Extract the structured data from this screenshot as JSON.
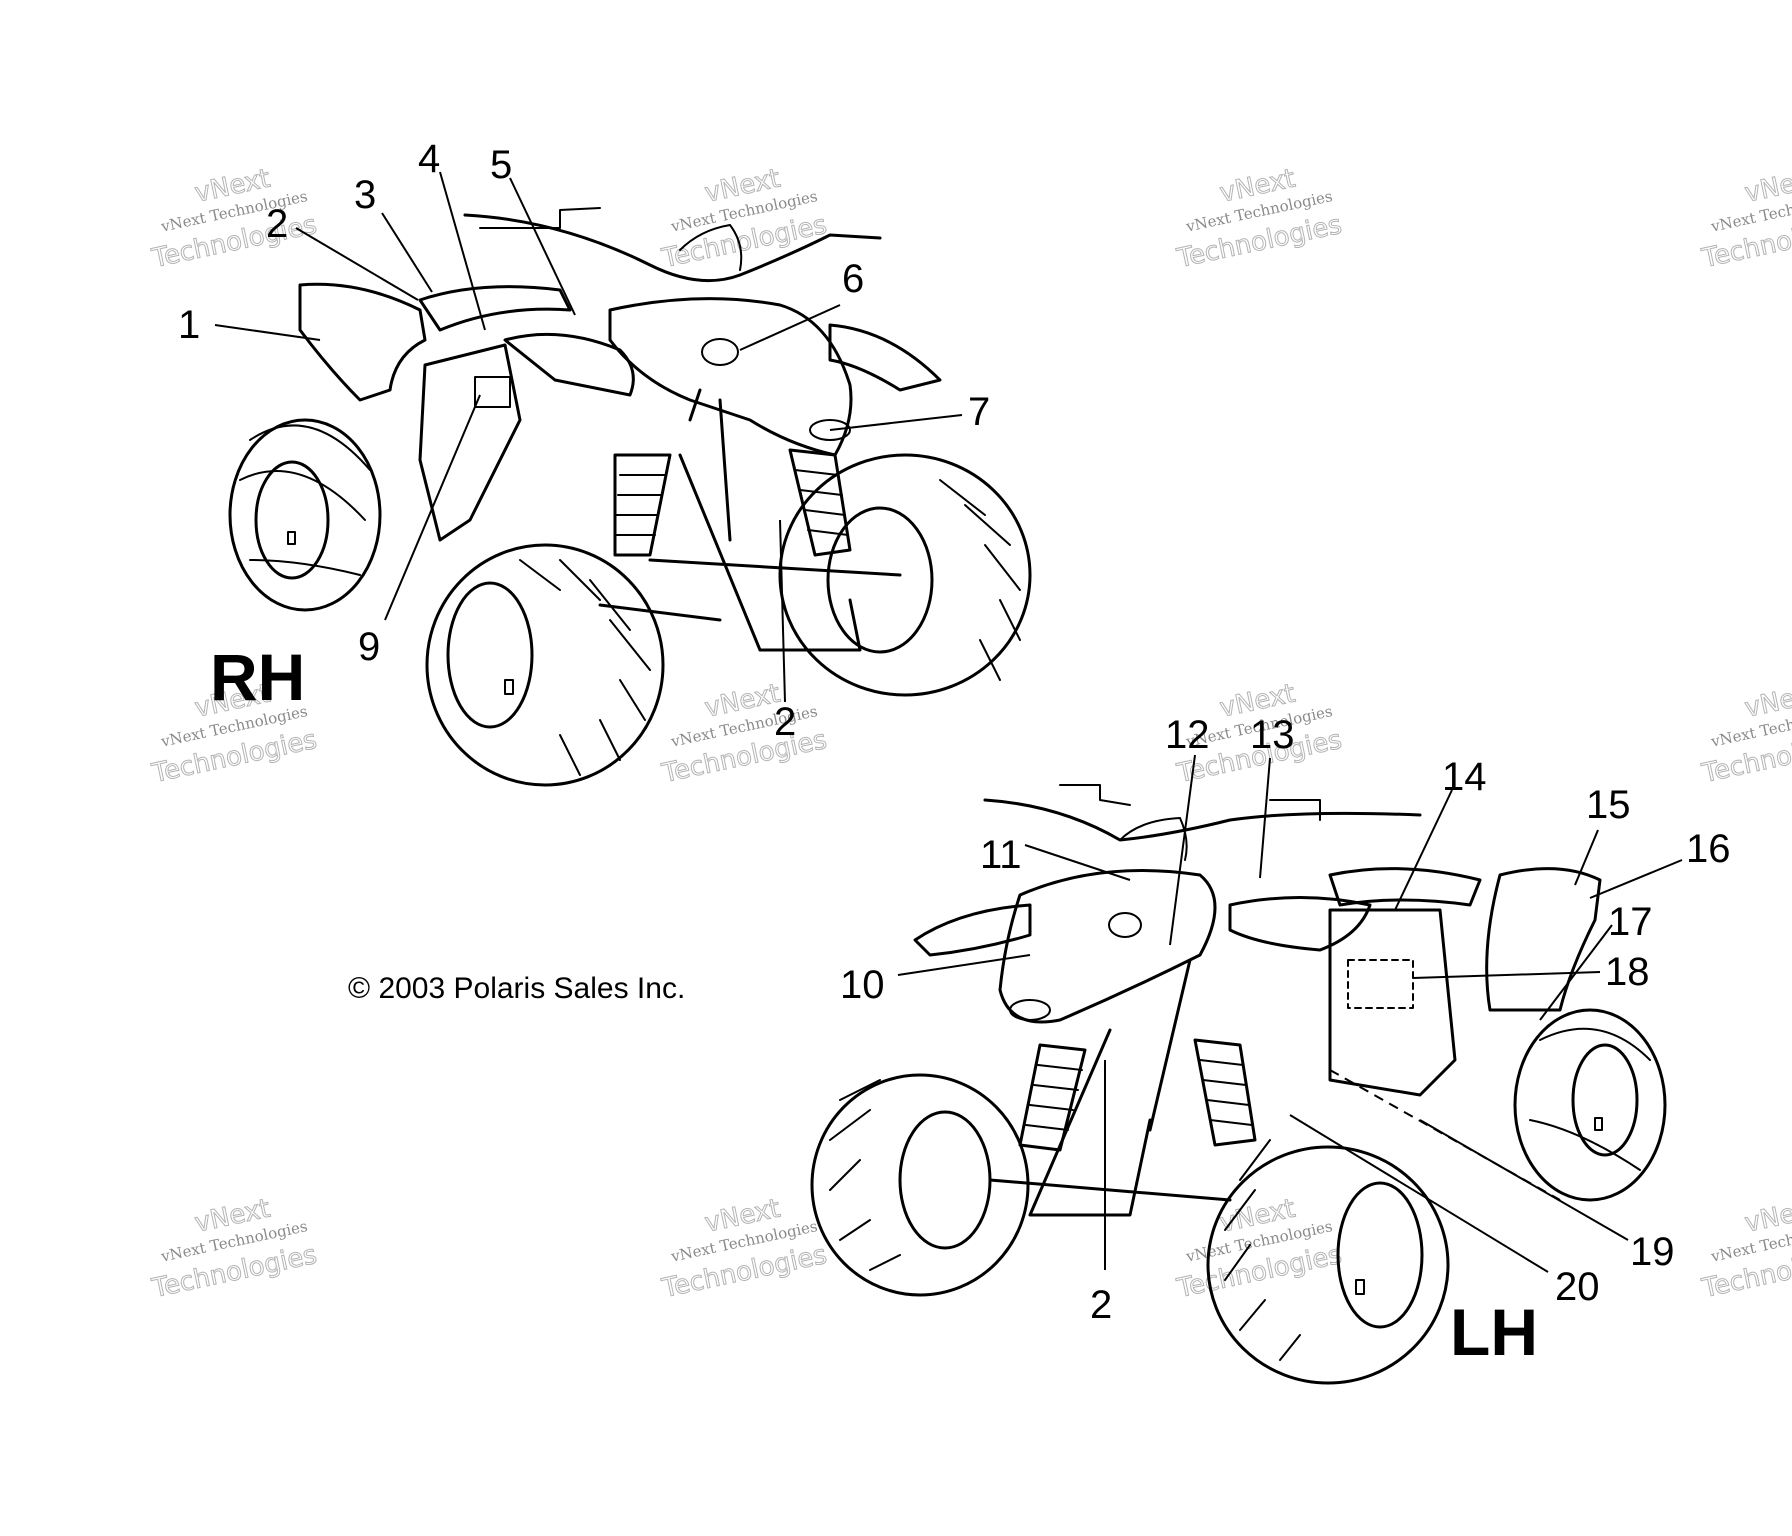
{
  "views": {
    "rh": {
      "label": "RH"
    },
    "lh": {
      "label": "LH"
    }
  },
  "copyright": "© 2003 Polaris Sales Inc.",
  "watermark": {
    "line1": "vNext Technologies",
    "line2": "Technologies",
    "line3": "vNext"
  },
  "callouts": [
    "1",
    "2",
    "3",
    "4",
    "5",
    "6",
    "7",
    "9",
    "2",
    "12",
    "13",
    "14",
    "15",
    "16",
    "11",
    "17",
    "18",
    "10",
    "19",
    "20",
    "2"
  ]
}
